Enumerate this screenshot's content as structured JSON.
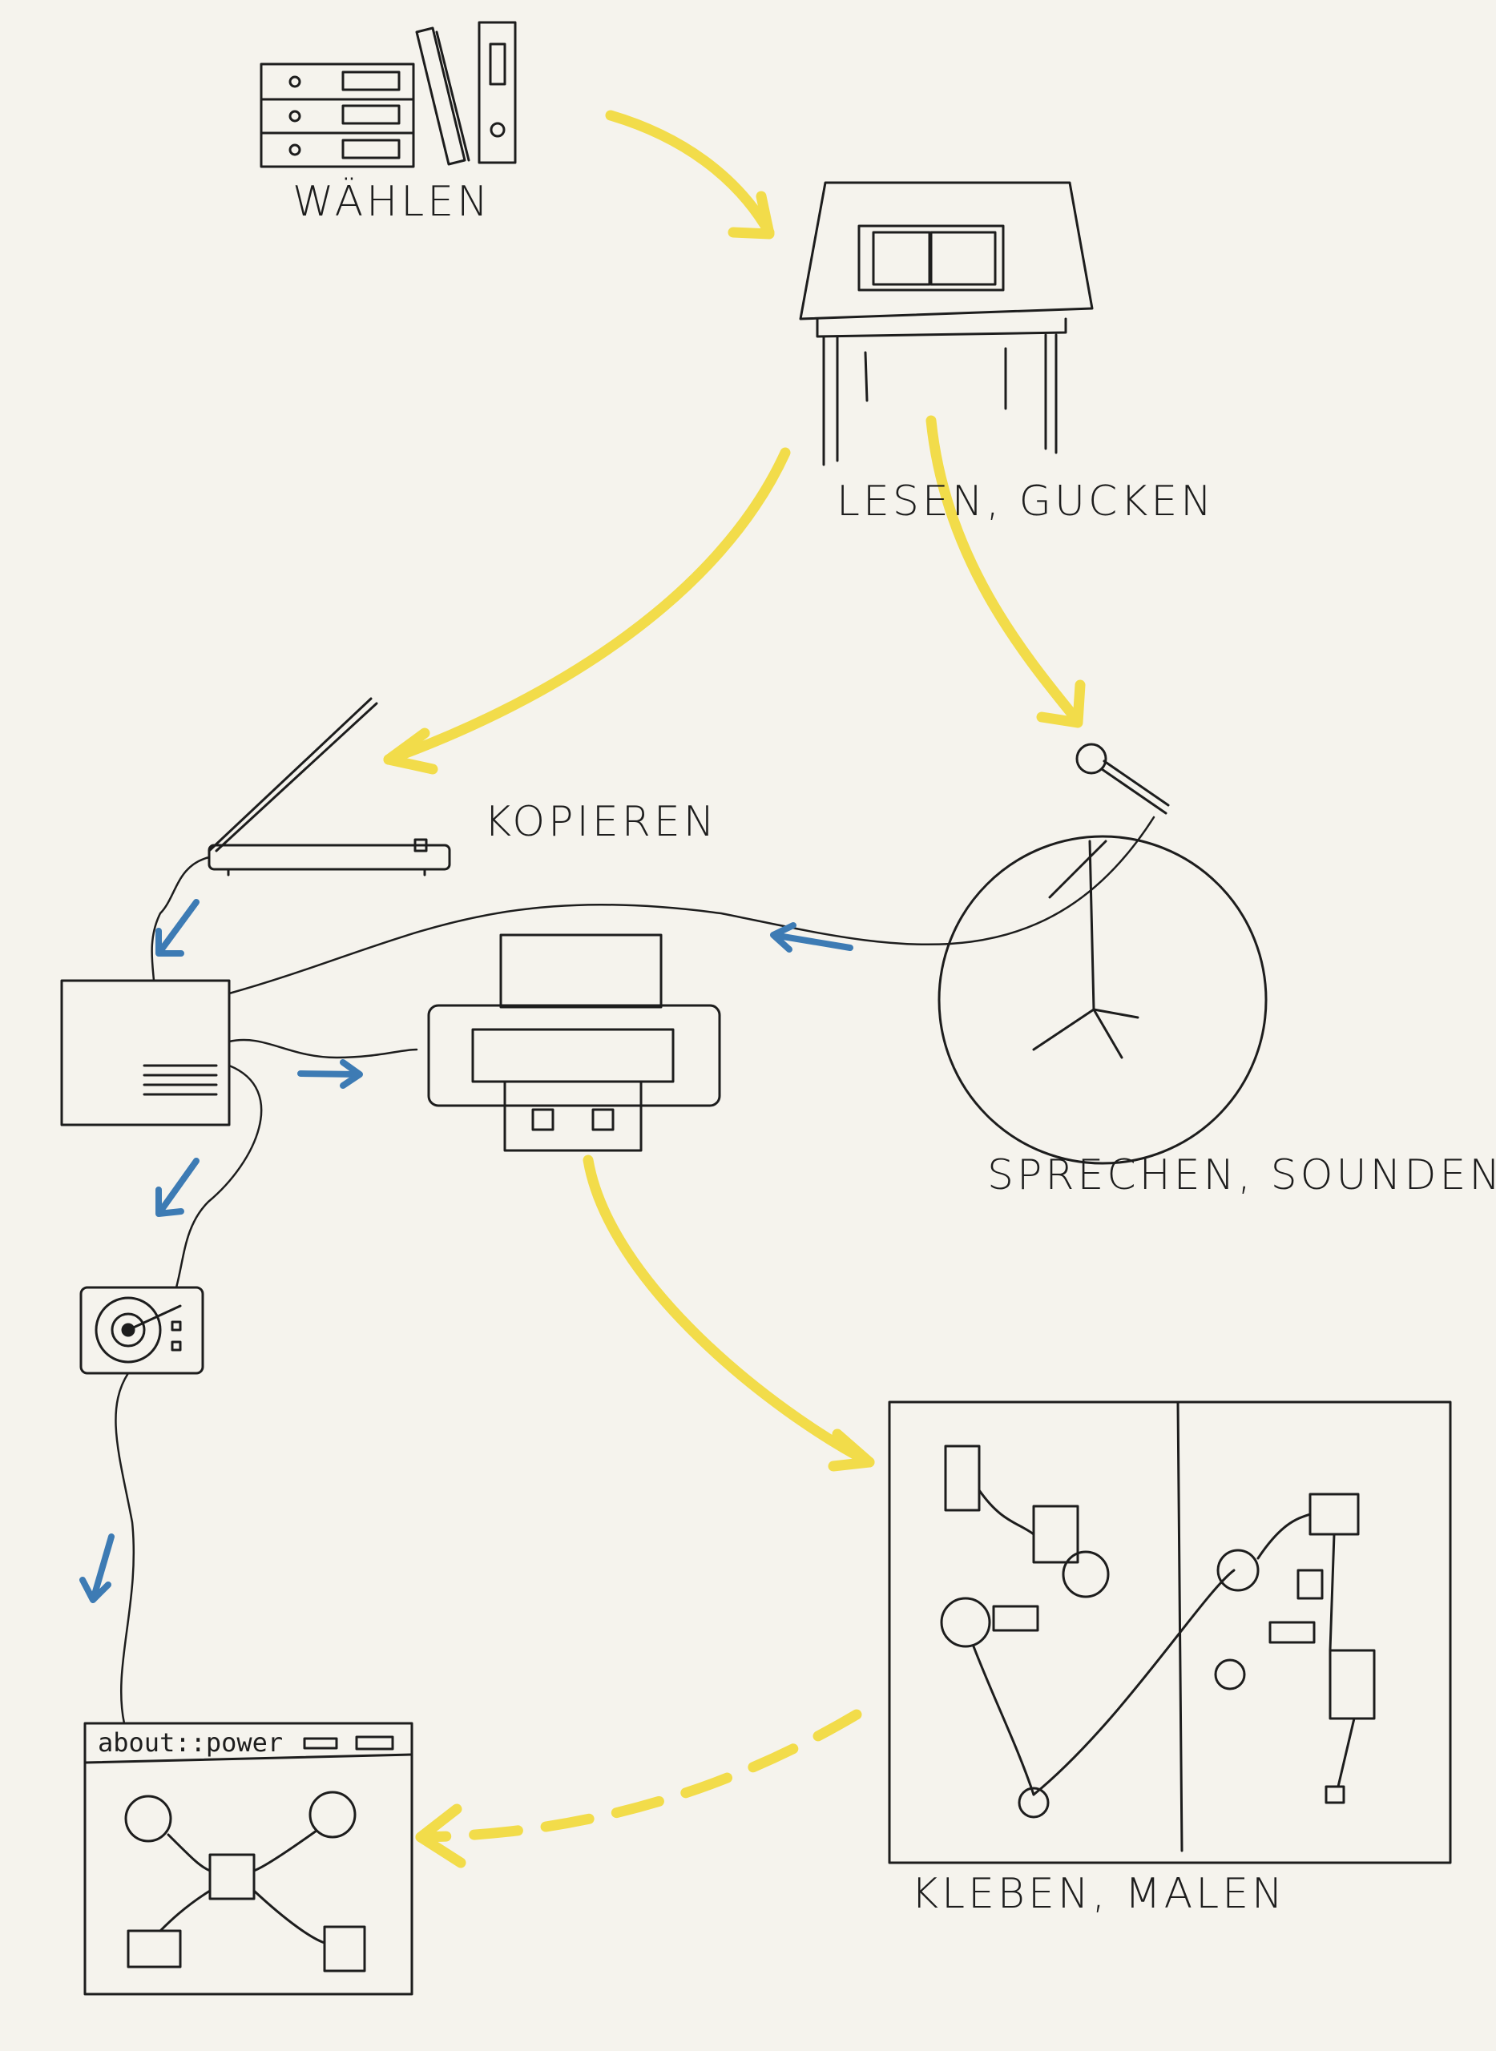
{
  "labels": {
    "choose": "WÄHLEN",
    "read": "LESEN, GUCKEN",
    "copy": "KOPIEREN",
    "speak": "SPRECHEN, SOUNDEN",
    "glue": "KLEBEN, MALEN"
  },
  "window": {
    "title": "about::power"
  },
  "colors": {
    "flow_arrow": "#f2dc4a",
    "signal_arrow": "#3d7bb4",
    "ink": "#1d1d1d"
  }
}
